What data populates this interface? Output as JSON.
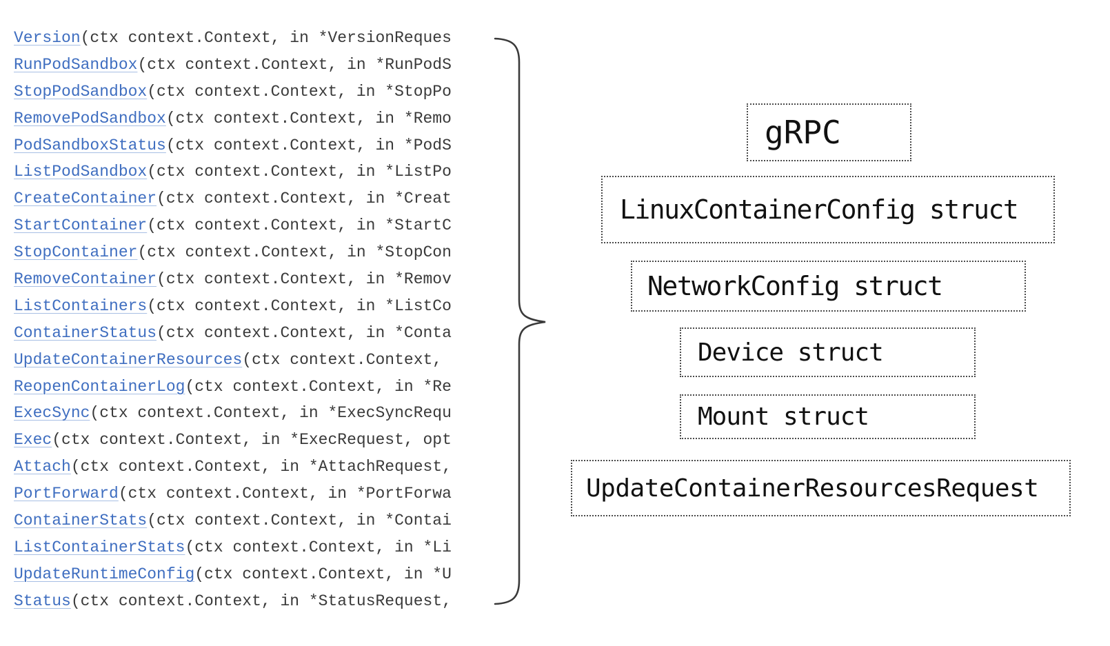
{
  "code_panel": {
    "methods": [
      {
        "name": "Version",
        "rest": "(ctx context.Context, in *VersionReques"
      },
      {
        "name": "RunPodSandbox",
        "rest": "(ctx context.Context, in *RunPodS"
      },
      {
        "name": "StopPodSandbox",
        "rest": "(ctx context.Context, in *StopPo"
      },
      {
        "name": "RemovePodSandbox",
        "rest": "(ctx context.Context, in *Remo"
      },
      {
        "name": "PodSandboxStatus",
        "rest": "(ctx context.Context, in *PodS"
      },
      {
        "name": "ListPodSandbox",
        "rest": "(ctx context.Context, in *ListPo"
      },
      {
        "name": "CreateContainer",
        "rest": "(ctx context.Context, in *Creat"
      },
      {
        "name": "StartContainer",
        "rest": "(ctx context.Context, in *StartC"
      },
      {
        "name": "StopContainer",
        "rest": "(ctx context.Context, in *StopCon"
      },
      {
        "name": "RemoveContainer",
        "rest": "(ctx context.Context, in *Remov"
      },
      {
        "name": "ListContainers",
        "rest": "(ctx context.Context, in *ListCo"
      },
      {
        "name": "ContainerStatus",
        "rest": "(ctx context.Context, in *Conta"
      },
      {
        "name": "UpdateContainerResources",
        "rest": "(ctx context.Context, "
      },
      {
        "name": "ReopenContainerLog",
        "rest": "(ctx context.Context, in *Re"
      },
      {
        "name": "ExecSync",
        "rest": "(ctx context.Context, in *ExecSyncRequ"
      },
      {
        "name": "Exec",
        "rest": "(ctx context.Context, in *ExecRequest, opt"
      },
      {
        "name": "Attach",
        "rest": "(ctx context.Context, in *AttachRequest, "
      },
      {
        "name": "PortForward",
        "rest": "(ctx context.Context, in *PortForwa"
      },
      {
        "name": "ContainerStats",
        "rest": "(ctx context.Context, in *Contai"
      },
      {
        "name": "ListContainerStats",
        "rest": "(ctx context.Context, in *Li"
      },
      {
        "name": "UpdateRuntimeConfig",
        "rest": "(ctx context.Context, in *U"
      },
      {
        "name": "Status",
        "rest": "(ctx context.Context, in *StatusRequest, "
      }
    ]
  },
  "boxes": [
    {
      "id": "grpc",
      "label": "gRPC"
    },
    {
      "id": "linux",
      "label": "LinuxContainerConfig struct"
    },
    {
      "id": "network",
      "label": "NetworkConfig struct"
    },
    {
      "id": "device",
      "label": "Device struct"
    },
    {
      "id": "mount",
      "label": "Mount struct"
    },
    {
      "id": "update",
      "label": "UpdateContainerResourcesRequest"
    }
  ],
  "colors": {
    "link_blue": "#3f6ec0",
    "code_text": "#3a3a3a",
    "box_border": "#4a4a4a",
    "box_text": "#111111",
    "brace": "#3a3a3a"
  }
}
